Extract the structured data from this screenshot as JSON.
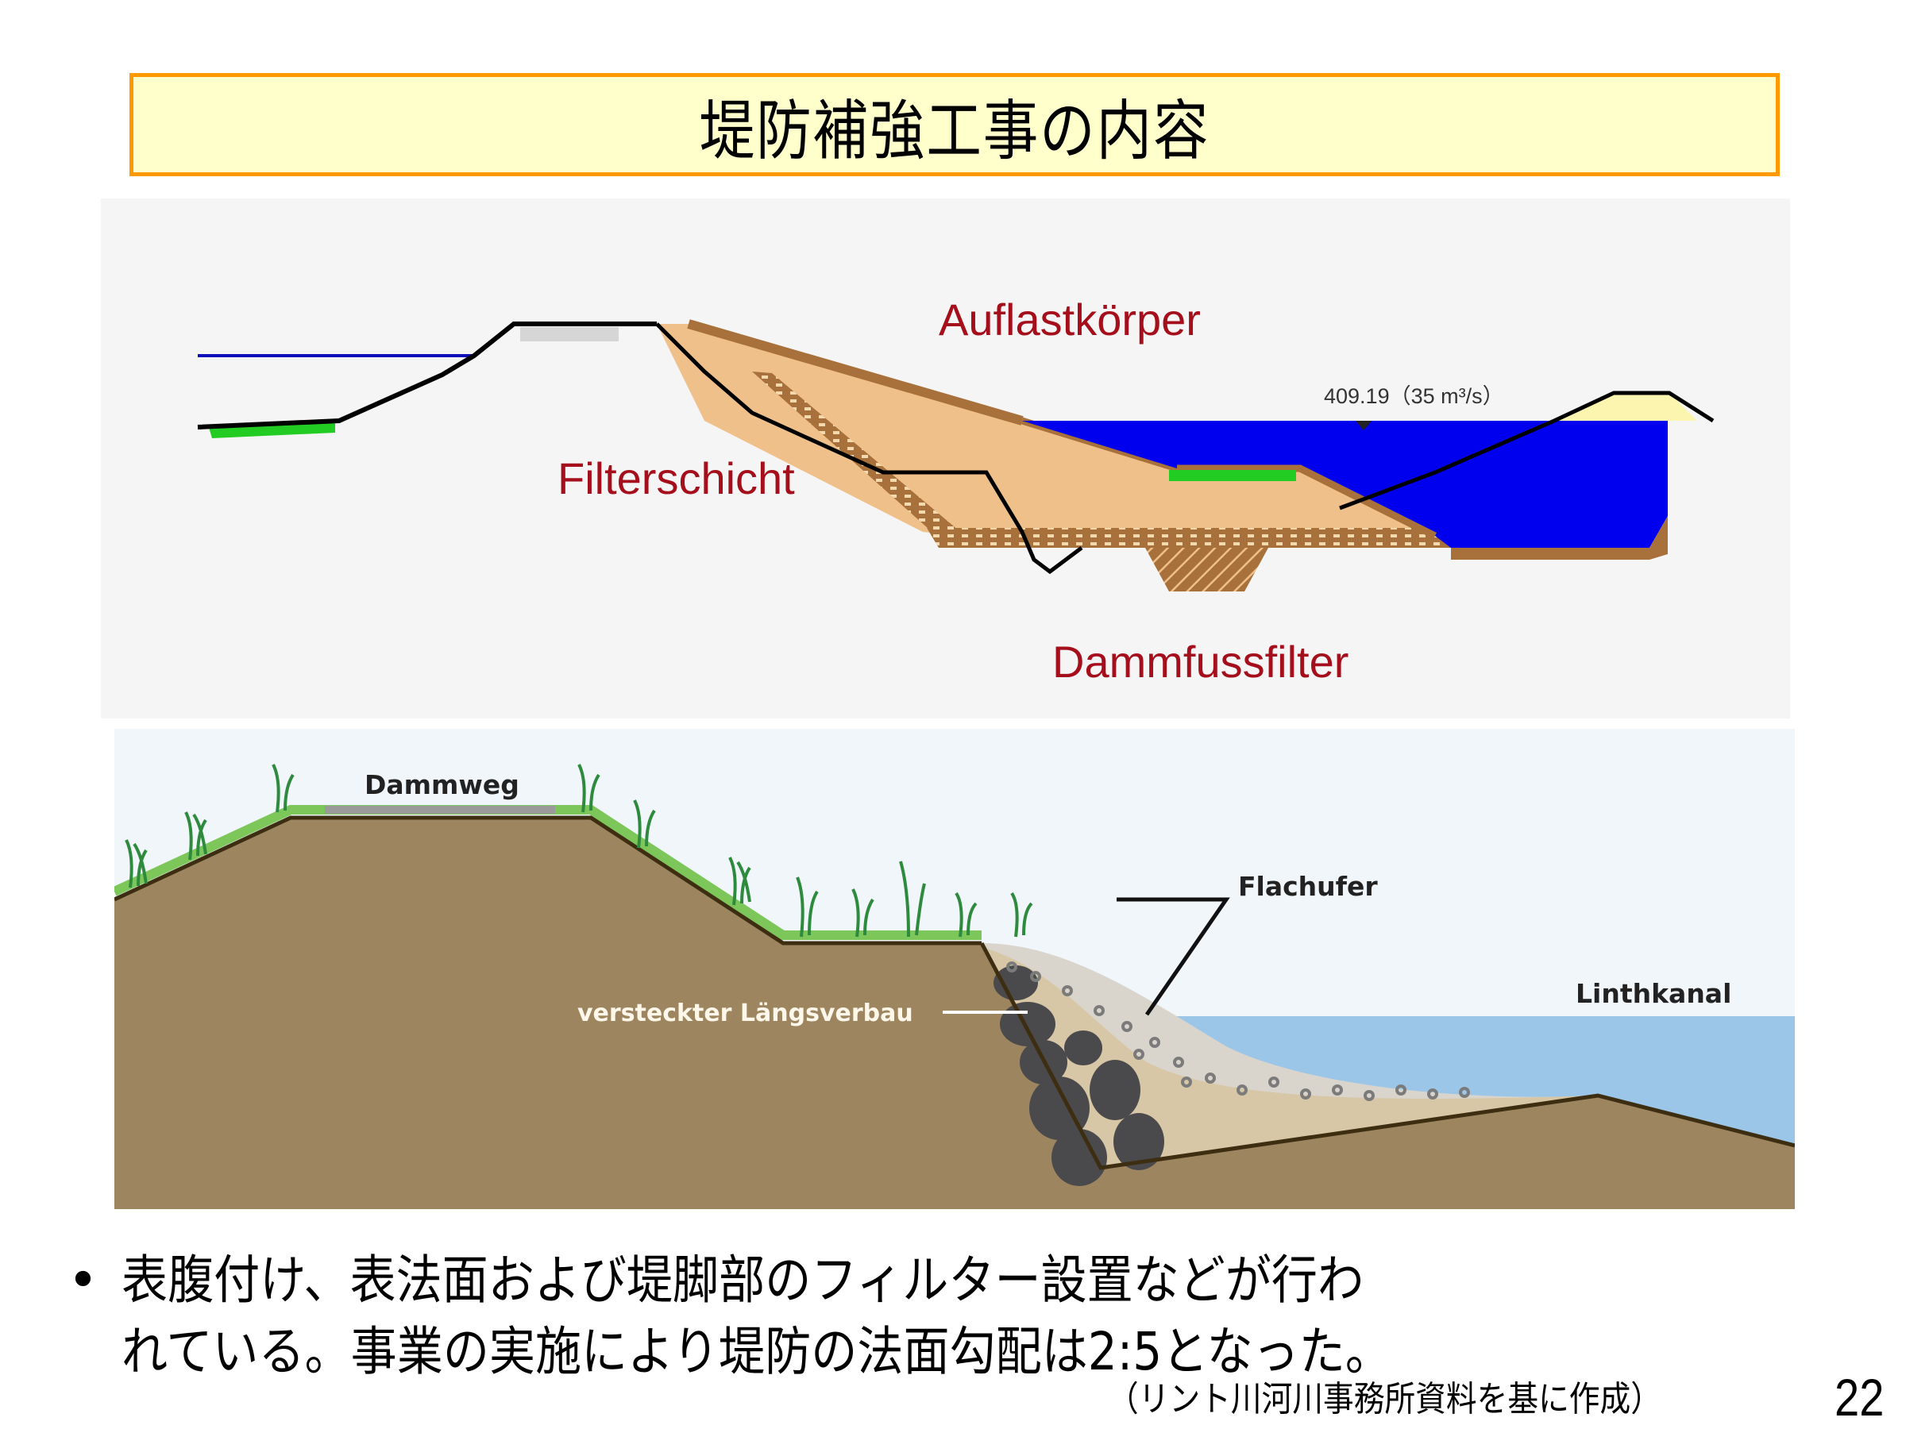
{
  "slide": {
    "title": "堤防補強工事の内容",
    "page_number": "22",
    "source_note": "（リント川河川事務所資料を基に作成）",
    "bullet": {
      "marker": "•",
      "lines": [
        "表腹付け、表法面および堤脚部のフィルター設置などが行わ",
        "れている。事業の実施により堤防の法面勾配は2:5となった。"
      ]
    }
  },
  "diagram_top": {
    "labels": {
      "auflast": "Auflastkörper",
      "filter_layer": "Filterschicht",
      "toe_filter": "Dammfussfilter",
      "water_level": "409.19（35 m³/s）"
    },
    "colors": {
      "fill_body": "#f0c08a",
      "filter_brown": "#a8703a",
      "water": "#0000ee",
      "grass": "#22cc22",
      "label_red": "#a50e1b",
      "far_bank": "#fbf5b0"
    }
  },
  "diagram_bottom": {
    "labels": {
      "dam_path": "Dammweg",
      "shallow_bank": "Flachufer",
      "hidden_revetment": "versteckter Längsverbau",
      "canal": "Linthkanal"
    },
    "colors": {
      "soil": "#9d8560",
      "grass": "#7cc65a",
      "water": "#9cc6e8",
      "boulder": "#4a4a4c",
      "gravel": "#d9d5cc"
    }
  }
}
